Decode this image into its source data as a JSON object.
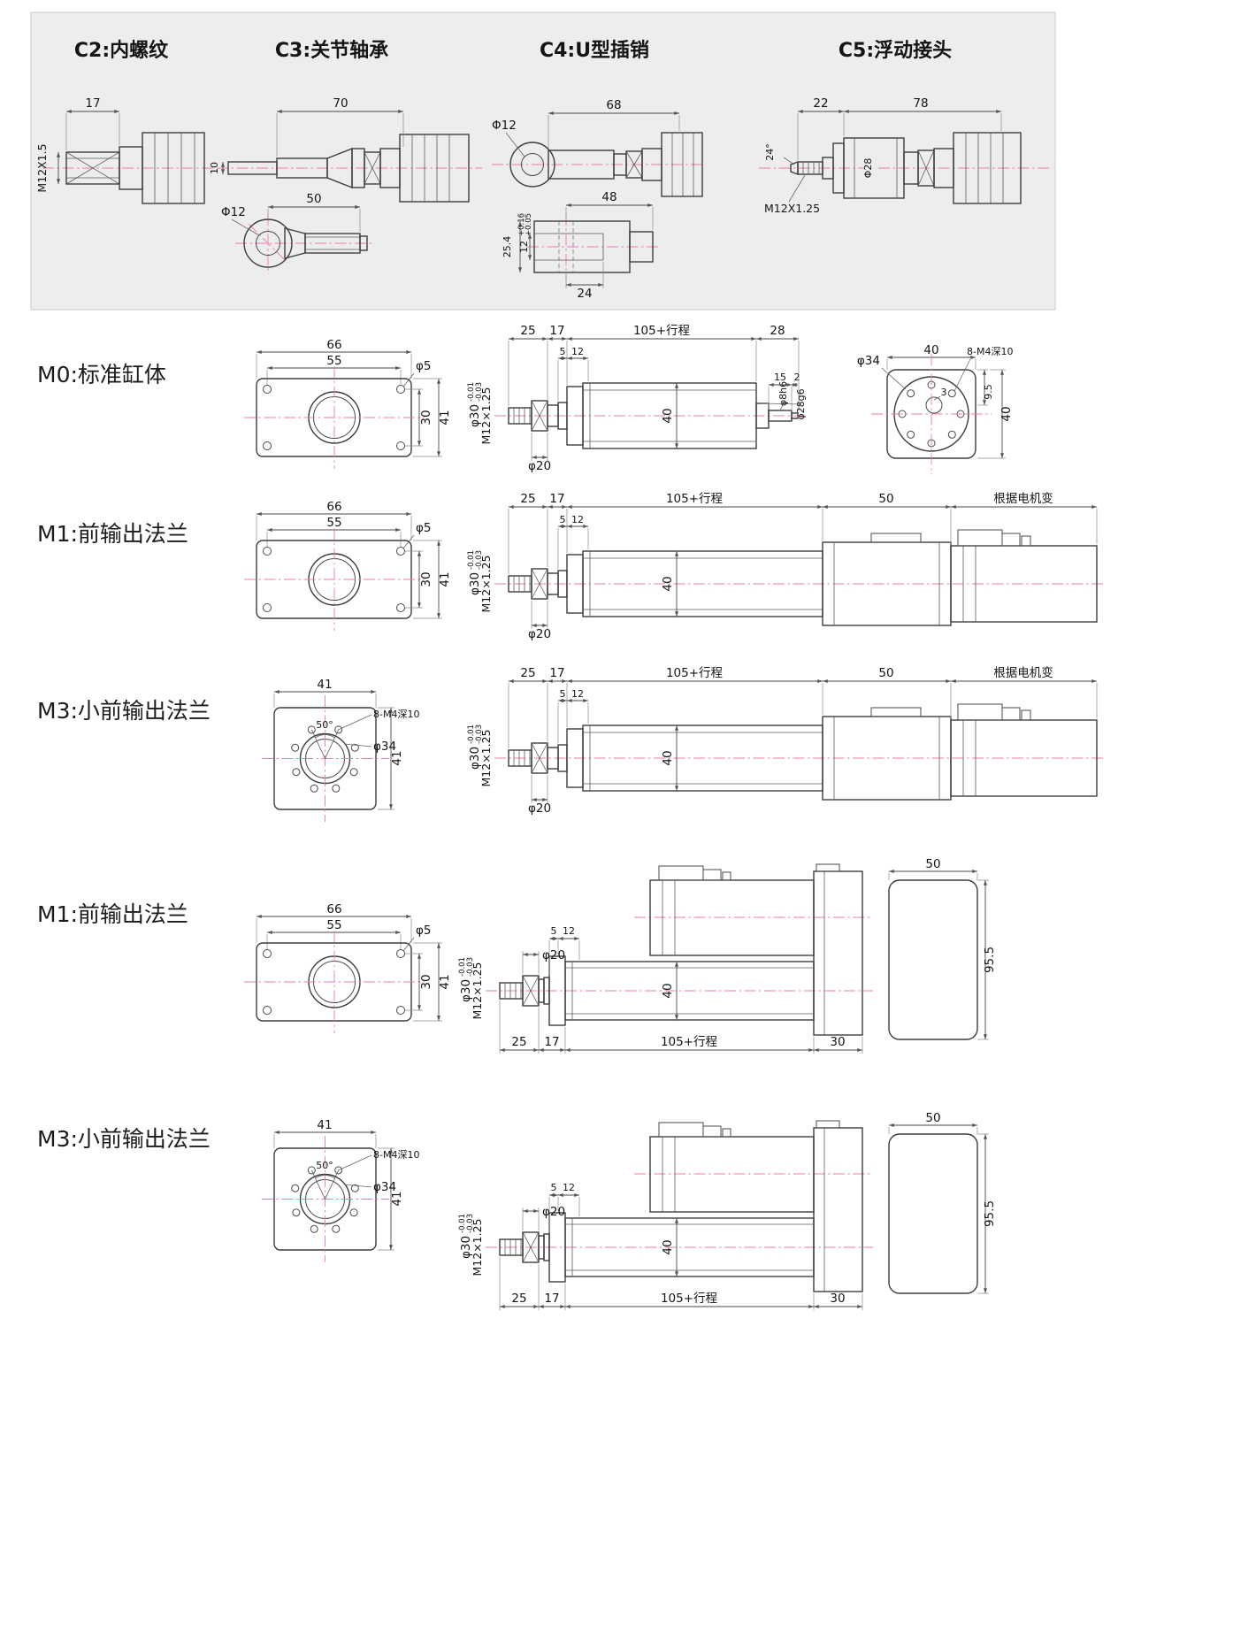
{
  "panel": {
    "titles": {
      "c2": "C2:内螺纹",
      "c3": "C3:关节轴承",
      "c4": "C4:U型插销",
      "c5": "C5:浮动接头"
    }
  },
  "row_labels": {
    "m0": "M0:标准缸体",
    "m1": "M1:前输出法兰",
    "m3": "M3:小前输出法兰",
    "m1b": "M1:前输出法兰",
    "m3b": "M3:小前输出法兰"
  },
  "dims": {
    "d2": "2",
    "d3": "3",
    "d5": "5",
    "d9_5": "9.5",
    "d10": "10",
    "d12": "12",
    "d15": "15",
    "d17": "17",
    "d22": "22",
    "d24": "24",
    "d25": "25",
    "d25_4": "25.4",
    "d28": "28",
    "d30": "30",
    "d40": "40",
    "d41": "41",
    "d48": "48",
    "d50": "50",
    "d55": "55",
    "d66": "66",
    "d68": "68",
    "d70": "70",
    "d78": "78",
    "d95_5": "95.5",
    "d105": "105+行程",
    "deg24": "24°",
    "deg50": "50°",
    "phi5": "φ5",
    "phi12": "Φ12",
    "phi20": "φ20",
    "phi28": "Φ28",
    "phi30": "φ30",
    "phi34": "φ34",
    "phi8h6": "φ8h6",
    "phi28g6": "φ28g6",
    "m12x1_5": "M12X1.5",
    "m12x1_25": "M12×1.25",
    "m12x1_25b": "M12X1.25",
    "m4": "8-M4深10",
    "motor_var": "根据电机变",
    "tol30_u": "-0.01",
    "tol30_d": "-0.03",
    "tol12_u": "+0.16",
    "tol12_d": "+0.05"
  }
}
